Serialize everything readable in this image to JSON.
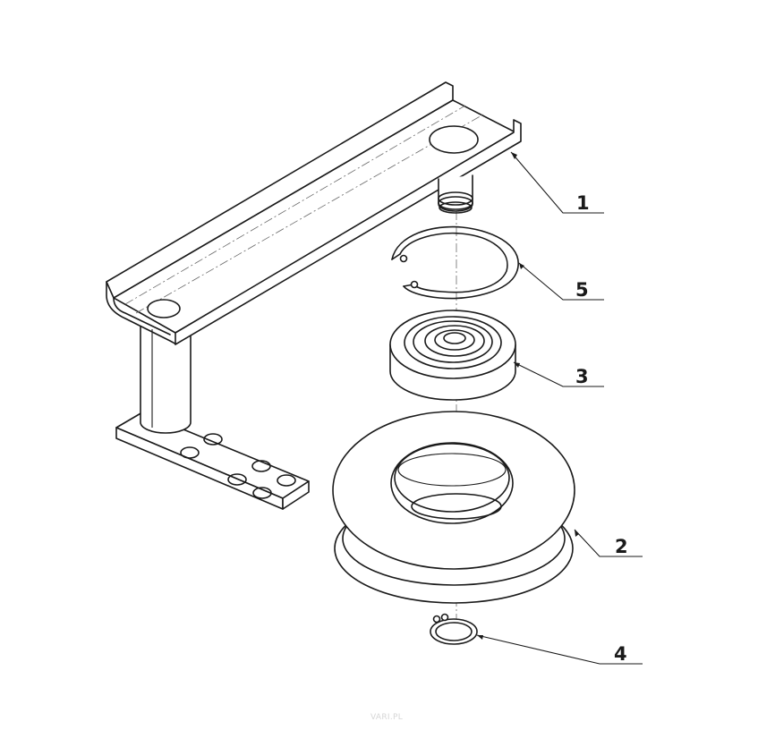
{
  "callouts": [
    {
      "id": "part-1",
      "label": "1"
    },
    {
      "id": "part-5",
      "label": "5"
    },
    {
      "id": "part-3",
      "label": "3"
    },
    {
      "id": "part-2",
      "label": "2"
    },
    {
      "id": "part-4",
      "label": "4"
    }
  ],
  "watermark": "VARI.PL",
  "colors": {
    "line": "#1a1a1a",
    "background": "#ffffff",
    "watermark": "#d6d6d6"
  }
}
